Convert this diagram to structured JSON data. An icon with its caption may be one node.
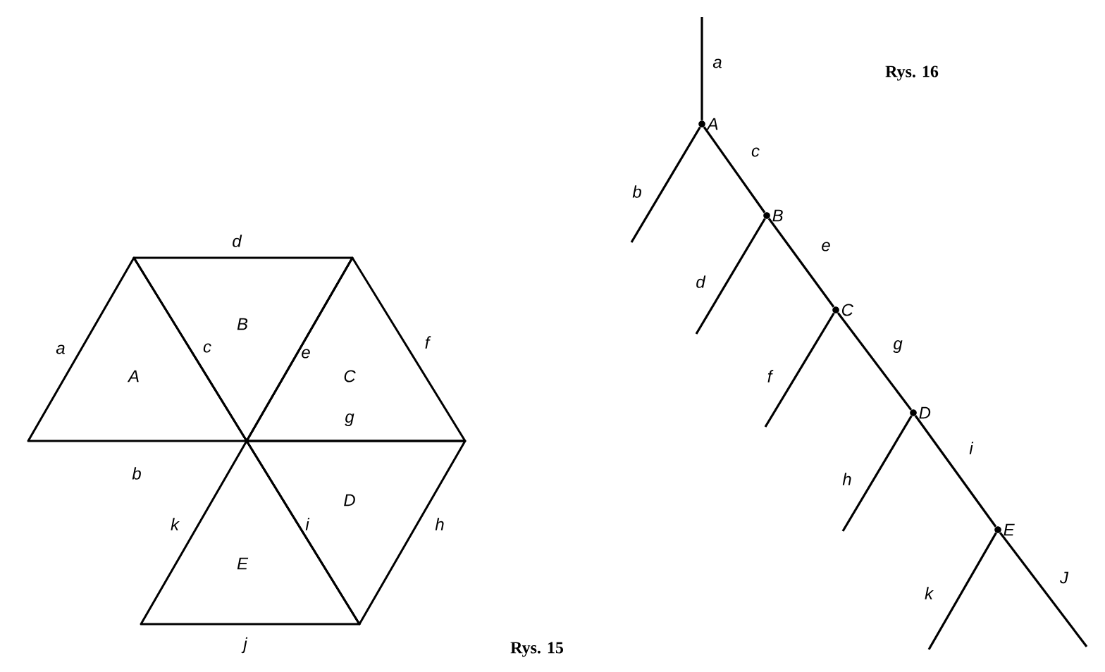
{
  "diagram": {
    "nodes": [
      {
        "text": [
          "A"
        ]
      },
      {
        "text": [
          "B"
        ]
      },
      {
        "text": [
          "C"
        ]
      },
      {
        "text": [
          "D"
        ]
      },
      {
        "text": [
          "E"
        ]
      },
      {
        "text": [
          "A"
        ]
      },
      {
        "text": [
          "B"
        ]
      },
      {
        "text": [
          "C"
        ]
      },
      {
        "text": [
          "D"
        ]
      },
      {
        "text": [
          "E"
        ]
      }
    ],
    "edges": [
      {
        "from": null,
        "to": 5,
        "arrow": "none",
        "label": "a"
      },
      {
        "from": 5,
        "to": null,
        "arrow": "none",
        "label": "b"
      },
      {
        "from": 5,
        "to": 6,
        "arrow": "none",
        "label": "c"
      },
      {
        "from": 6,
        "to": null,
        "arrow": "none",
        "label": "d"
      },
      {
        "from": 6,
        "to": 7,
        "arrow": "none",
        "label": "e"
      },
      {
        "from": 7,
        "to": null,
        "arrow": "none",
        "label": "f"
      },
      {
        "from": 7,
        "to": 8,
        "arrow": "none",
        "label": "g"
      },
      {
        "from": 8,
        "to": null,
        "arrow": "none",
        "label": "h"
      },
      {
        "from": 8,
        "to": 9,
        "arrow": "none",
        "label": "i"
      },
      {
        "from": 9,
        "to": null,
        "arrow": "none",
        "label": "k"
      },
      {
        "from": 9,
        "to": null,
        "arrow": "none",
        "label": "J"
      }
    ],
    "labels": [
      "d",
      "a",
      "c",
      "e",
      "f",
      "g",
      "b",
      "k",
      "i",
      "h",
      "j",
      "Rys. 15",
      "Rys. 16"
    ]
  }
}
